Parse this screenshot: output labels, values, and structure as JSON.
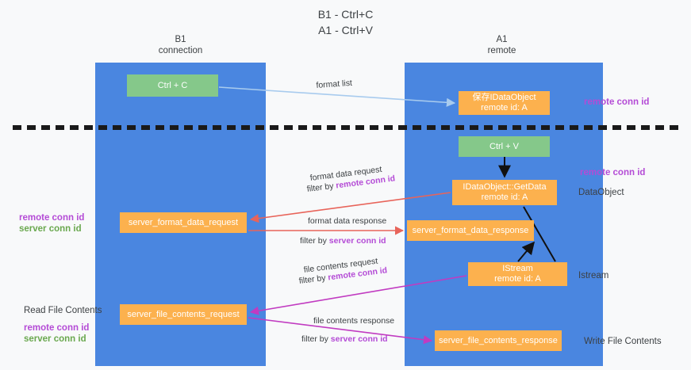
{
  "title": {
    "line1": "B1 - Ctrl+C",
    "line2": "A1 - Ctrl+V"
  },
  "columns": [
    {
      "id": "b1",
      "name": "B1",
      "role": "connection"
    },
    {
      "id": "a1",
      "name": "A1",
      "role": "remote"
    }
  ],
  "nodes": {
    "ctrl_c": {
      "label": "Ctrl + C",
      "color": "#85c88a"
    },
    "save_idataobject": {
      "label": "保存IDataObject",
      "sub": "remote id: A",
      "color": "#fcb14e"
    },
    "ctrl_v": {
      "label": "Ctrl + V",
      "color": "#85c88a"
    },
    "getdata": {
      "label": "IDataObject::GetData",
      "sub": "remote id: A",
      "color": "#fcb14e"
    },
    "server_format_data_request": {
      "label": "server_format_data_request",
      "color": "#fcb14e"
    },
    "server_format_data_response": {
      "label": "server_format_data_response",
      "color": "#fcb14e"
    },
    "istream": {
      "label": "IStream",
      "sub": "remote id: A",
      "color": "#fcb14e"
    },
    "server_file_contents_request": {
      "label": "server_file_contents_request",
      "color": "#fcb14e"
    },
    "server_file_contents_response": {
      "label": "server_file_contents_response",
      "color": "#fcb14e"
    }
  },
  "edge_labels": {
    "format_list": "format list",
    "format_data_request": "format data request",
    "format_data_request_filter_prefix": "filter by ",
    "format_data_request_filter_key": "remote conn id",
    "format_data_response": "format data response",
    "format_data_response_filter_prefix": "filter by ",
    "format_data_response_filter_key": "server conn id",
    "file_contents_request": "file contents request",
    "file_contents_request_filter_prefix": "filter by ",
    "file_contents_request_filter_key": "remote conn id",
    "file_contents_response": "file contents response",
    "file_contents_response_filter_prefix": "filter by ",
    "file_contents_response_filter_key": "server conn id"
  },
  "annotations": {
    "right_remote_conn_id_top": "remote conn id",
    "right_remote_conn_id_mid": "remote conn id",
    "right_dataobject": "DataObject",
    "right_istream": "Istream",
    "right_write_file_contents": "Write File Contents",
    "left_remote_conn_id": "remote conn id",
    "left_server_conn_id": "server conn id",
    "left_read_file_contents": "Read File Contents",
    "left_remote_conn_id_2": "remote conn id",
    "left_server_conn_id_2": "server conn id"
  },
  "colors": {
    "column": "#4a86e0",
    "green_node": "#85c88a",
    "orange_node": "#fcb14e",
    "purple_key": "#b44bd6",
    "green_key": "#6aa84f",
    "red_arrow": "#e8645a",
    "magenta_arrow": "#c13bc1",
    "light_blue_arrow": "#a8cbee",
    "black_arrow": "#000000",
    "divider": "#1a1a1a",
    "background": "#f8f9fa"
  }
}
